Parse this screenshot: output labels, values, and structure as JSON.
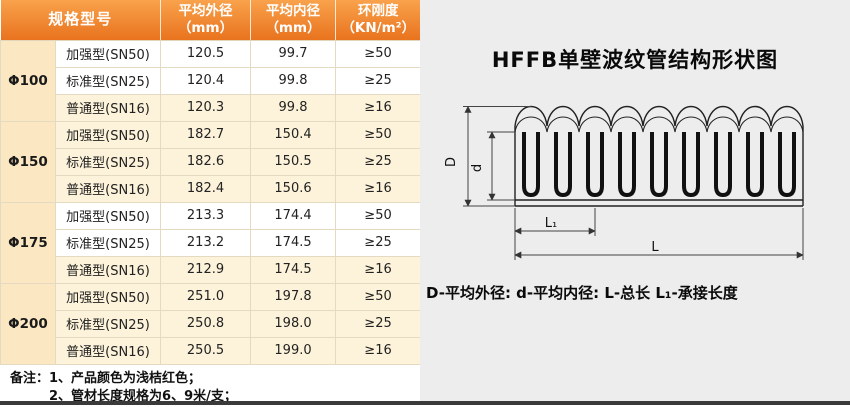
{
  "table": {
    "header": {
      "spec": "规格型号",
      "od1": "平均外径",
      "od2": "（mm）",
      "id1": "平均内径",
      "id2": "（mm）",
      "ks1": "环刚度",
      "ks2": "（KN/m²）"
    },
    "groups": [
      {
        "dia": "Φ100",
        "rows": [
          {
            "type": "加强型(SN50)",
            "od": "120.5",
            "idm": "99.7",
            "ks": "≥50"
          },
          {
            "type": "标准型(SN25)",
            "od": "120.4",
            "idm": "99.8",
            "ks": "≥25"
          },
          {
            "type": "普通型(SN16)",
            "od": "120.3",
            "idm": "99.8",
            "ks": "≥16"
          }
        ]
      },
      {
        "dia": "Φ150",
        "rows": [
          {
            "type": "加强型(SN50)",
            "od": "182.7",
            "idm": "150.4",
            "ks": "≥50"
          },
          {
            "type": "标准型(SN25)",
            "od": "182.6",
            "idm": "150.5",
            "ks": "≥25"
          },
          {
            "type": "普通型(SN16)",
            "od": "182.4",
            "idm": "150.6",
            "ks": "≥16"
          }
        ]
      },
      {
        "dia": "Φ175",
        "rows": [
          {
            "type": "加强型(SN50)",
            "od": "213.3",
            "idm": "174.4",
            "ks": "≥50"
          },
          {
            "type": "标准型(SN25)",
            "od": "213.2",
            "idm": "174.5",
            "ks": "≥25"
          },
          {
            "type": "普通型(SN16)",
            "od": "212.9",
            "idm": "174.5",
            "ks": "≥16"
          }
        ]
      },
      {
        "dia": "Φ200",
        "rows": [
          {
            "type": "加强型(SN50)",
            "od": "251.0",
            "idm": "197.8",
            "ks": "≥50"
          },
          {
            "type": "标准型(SN25)",
            "od": "250.8",
            "idm": "198.0",
            "ks": "≥25"
          },
          {
            "type": "普通型(SN16)",
            "od": "250.5",
            "idm": "199.0",
            "ks": "≥16"
          }
        ]
      }
    ]
  },
  "notes": {
    "label": "备注：",
    "line1": "1、产品颜色为浅桔红色；",
    "line2": "2、管材长度规格为6、9米/支；"
  },
  "diagram": {
    "title": "HFFB单壁波纹管结构形状图",
    "caption": "D-平均外径: d-平均内径: L-总长  L₁-承接长度",
    "labels": {
      "D": "D",
      "d": "d",
      "L1": "L₁",
      "L": "L"
    }
  },
  "colors": {
    "header_orange": "#e9731e",
    "row_cream": "#fdf3da",
    "phi_cell_cream": "#fbe8c3",
    "panel_gray": "#ededed"
  }
}
